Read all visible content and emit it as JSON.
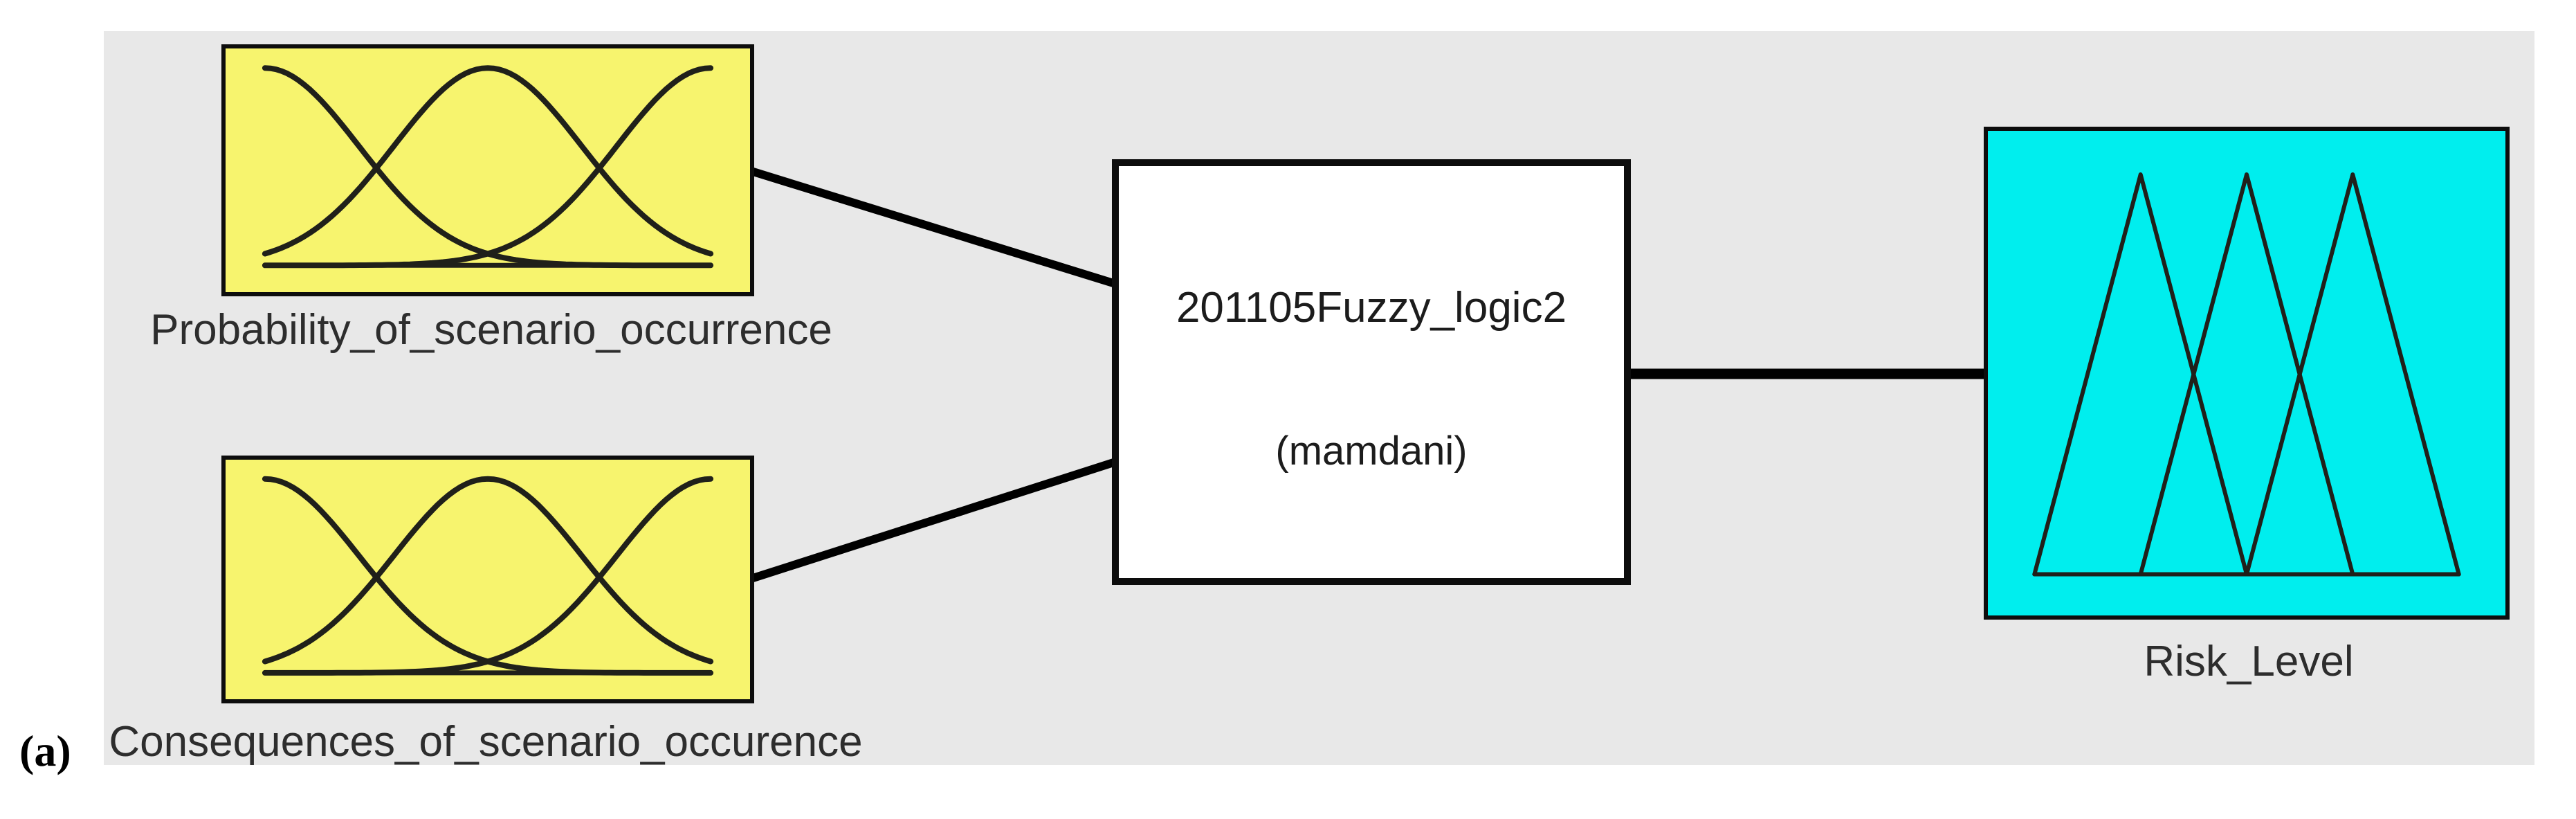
{
  "figure": {
    "panel_letter": "(a)"
  },
  "colors": {
    "panel_bg": "#e8e8e8",
    "input_fill": "#f7f46e",
    "output_fill": "#00eeee",
    "box_fill": "#ffffff",
    "border": "#0d0d0d",
    "connector": "#000000",
    "label_text": "#2d2d2d",
    "curve": "#20201a"
  },
  "nodes": {
    "input1": {
      "label": "Probability_of_scenario_occurrence",
      "mf_type": "gaussian",
      "mf_count": 3
    },
    "input2": {
      "label": "Consequences_of_scenario_occurence",
      "mf_type": "gaussian",
      "mf_count": 3
    },
    "system": {
      "title": "201105Fuzzy_logic2",
      "subtitle": "(mamdani)"
    },
    "output": {
      "label": "Risk_Level",
      "mf_type": "triangular",
      "mf_count": 3
    }
  }
}
